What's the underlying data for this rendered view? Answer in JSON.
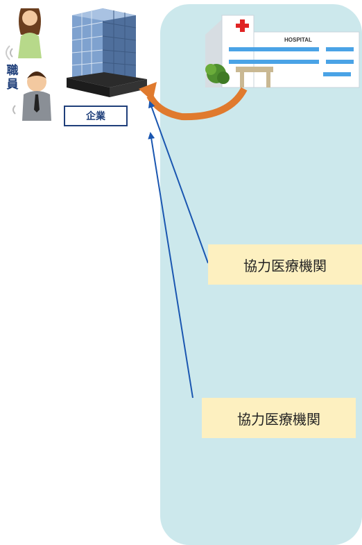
{
  "staff": {
    "label_line1": "職",
    "label_line2": "員"
  },
  "company": {
    "label": "企業"
  },
  "hospital": {
    "sign": "HOSPITAL"
  },
  "labels": [
    {
      "text": "協力医療機関"
    },
    {
      "text": "協力医療機関"
    }
  ],
  "colors": {
    "panel": "#cce8ec",
    "label_box": "#fdf0c0",
    "arrow_blue": "#1a56b0",
    "arrow_orange": "#e07a2e",
    "dark_navy": "#1f3f7a"
  }
}
